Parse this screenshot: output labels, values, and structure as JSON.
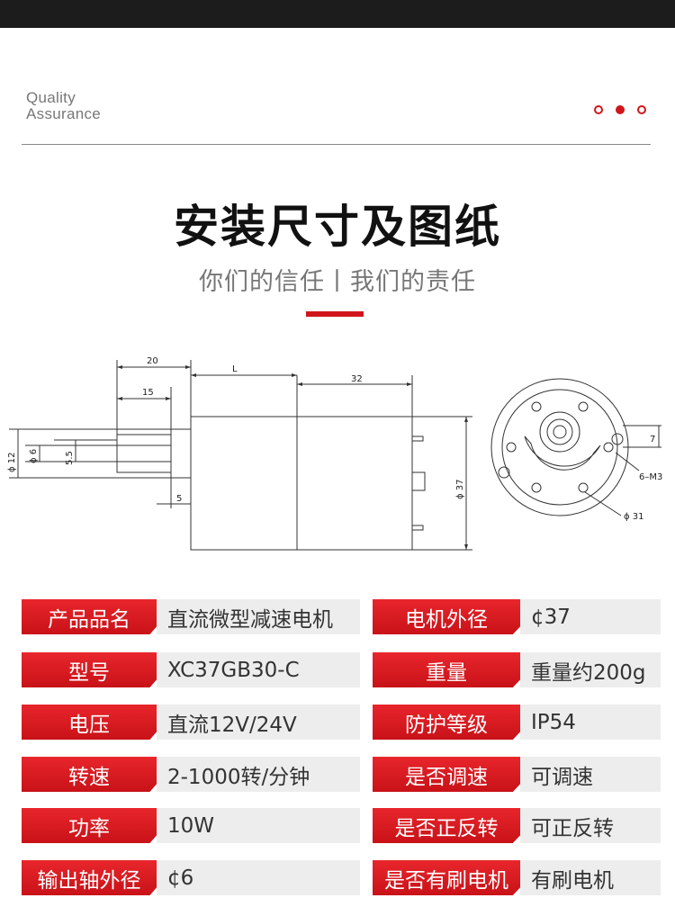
{
  "header": {
    "quality_line1": "Quality",
    "quality_line2": "Assurance",
    "title": "安装尺寸及图纸",
    "subtitle": "你们的信任丨我们的责任"
  },
  "drawing": {
    "dim_20": "20",
    "dim_L": "L",
    "dim_32": "32",
    "dim_15": "15",
    "dim_phi12": "ϕ 12",
    "dim_phi6": "ϕ 6",
    "dim_5_5": "5.5",
    "dim_5": "5",
    "dim_phi37": "ϕ 37",
    "dim_7": "7",
    "dim_6M3": "6–M3",
    "dim_phi31": "ϕ 31"
  },
  "specs": [
    {
      "left_label": "产品品名",
      "left_value": "直流微型减速电机",
      "right_label": "电机外径",
      "right_value": "¢37"
    },
    {
      "left_label": "型号",
      "left_value": "XC37GB30-C",
      "right_label": "重量",
      "right_value": "重量约200g"
    },
    {
      "left_label": "电压",
      "left_value": "直流12V/24V",
      "right_label": "防护等级",
      "right_value": "IP54"
    },
    {
      "left_label": "转速",
      "left_value": "2-1000转/分钟",
      "right_label": "是否调速",
      "right_value": "可调速"
    },
    {
      "left_label": "功率",
      "left_value": "10W",
      "right_label": "是否正反转",
      "right_value": "可正反转"
    },
    {
      "left_label": "输出轴外径",
      "left_value": "¢6",
      "right_label": "是否有刷电机",
      "right_value": "有刷电机"
    }
  ],
  "colors": {
    "accent_red": "#d0161b",
    "label_bg": "#e8262c",
    "value_bg": "#ededed",
    "topbar": "#1c1c1c"
  }
}
